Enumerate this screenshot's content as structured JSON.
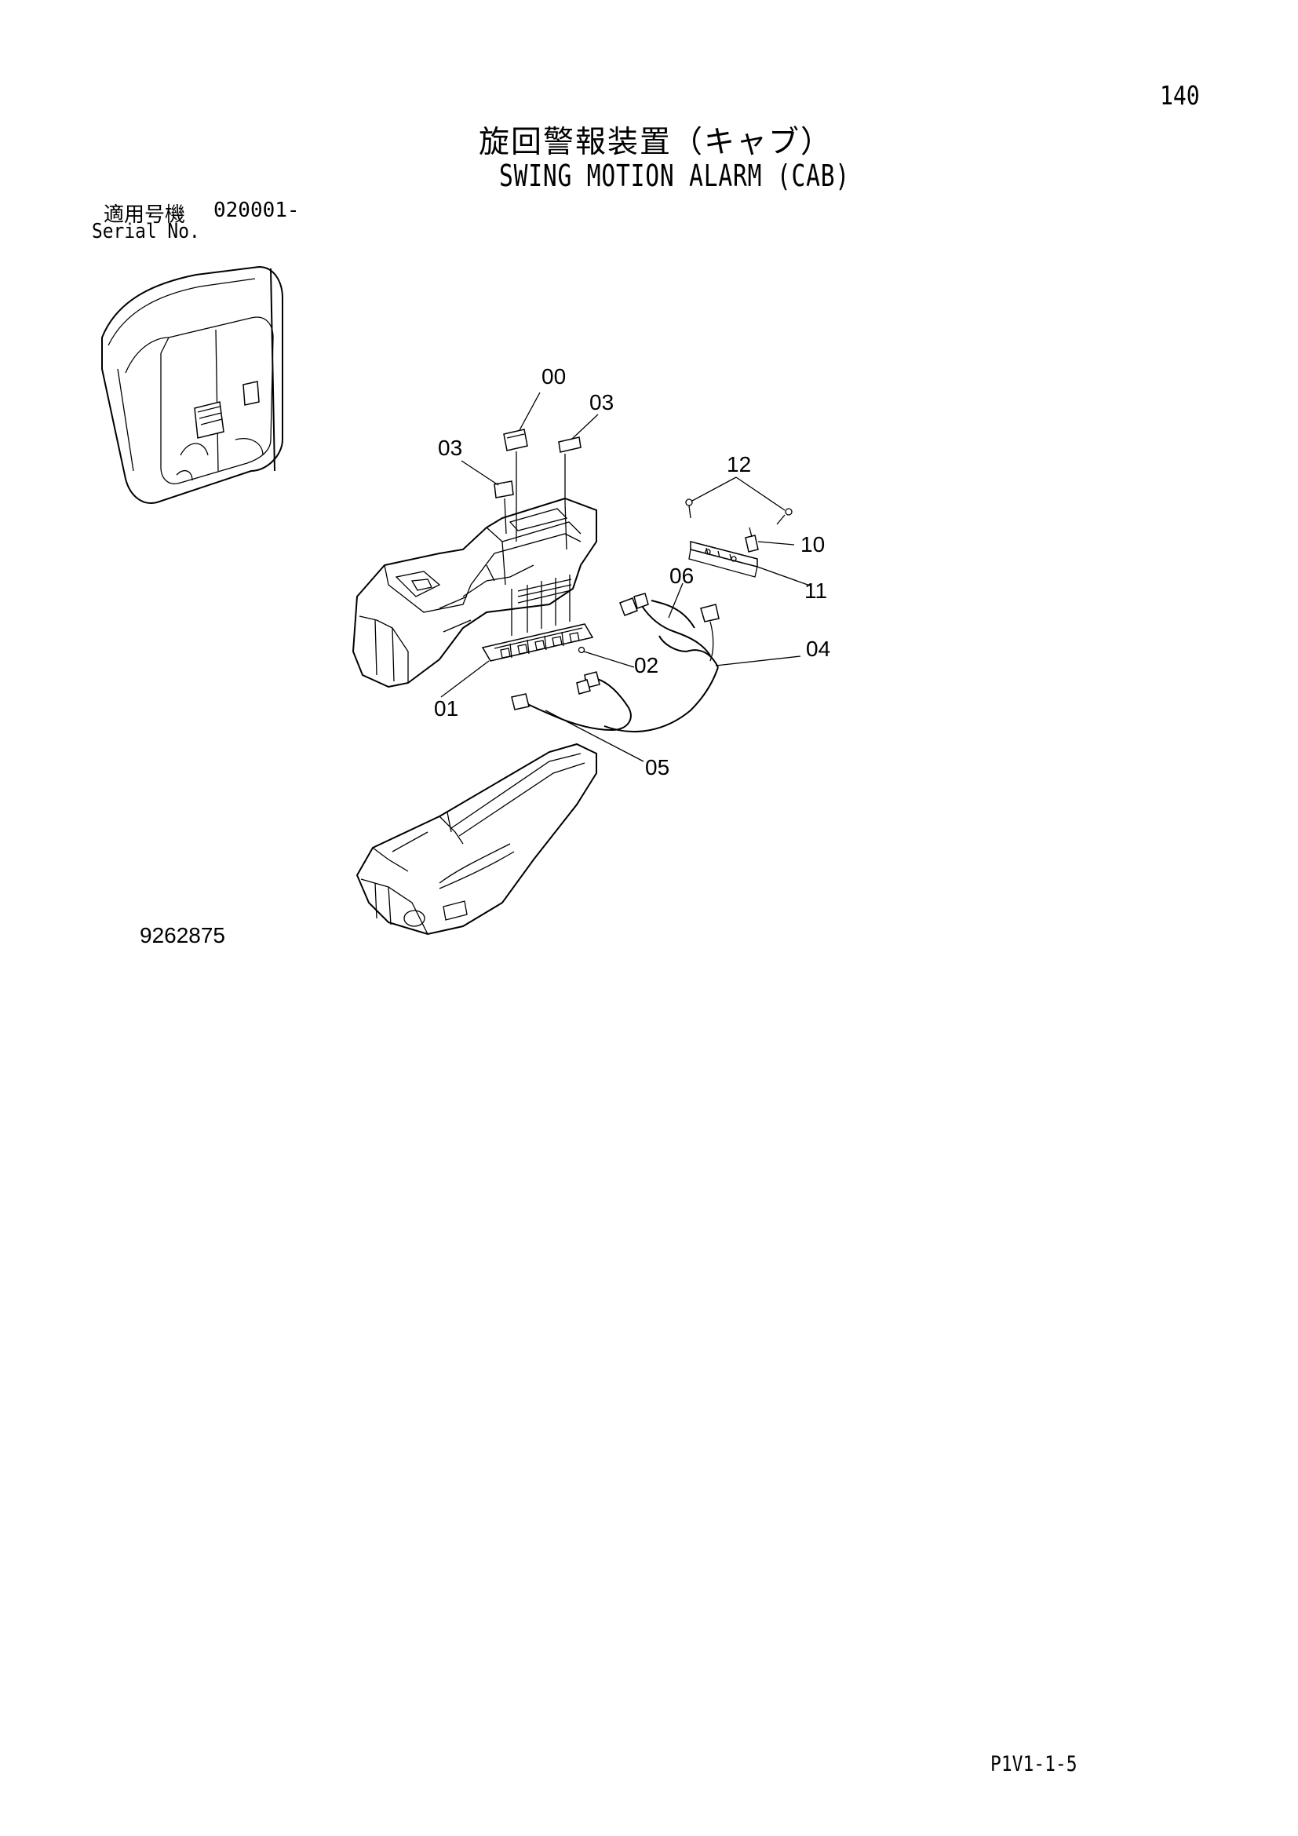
{
  "header": {
    "page_number": "140",
    "title_jp": "旋回警報装置（キャブ）",
    "title_en": "SWING MOTION ALARM (CAB)"
  },
  "serial": {
    "label_jp": "適用号機",
    "range": "020001-",
    "label_en": "Serial No."
  },
  "diagram": {
    "callouts": {
      "c00": "00",
      "c03a": "03",
      "c03b": "03",
      "c12": "12",
      "c10": "10",
      "c06": "06",
      "c11": "11",
      "c04": "04",
      "c02": "02",
      "c01": "01",
      "c05": "05"
    },
    "drawing_number": "9262875"
  },
  "footer": {
    "page_code": "P1V1-1-5"
  }
}
